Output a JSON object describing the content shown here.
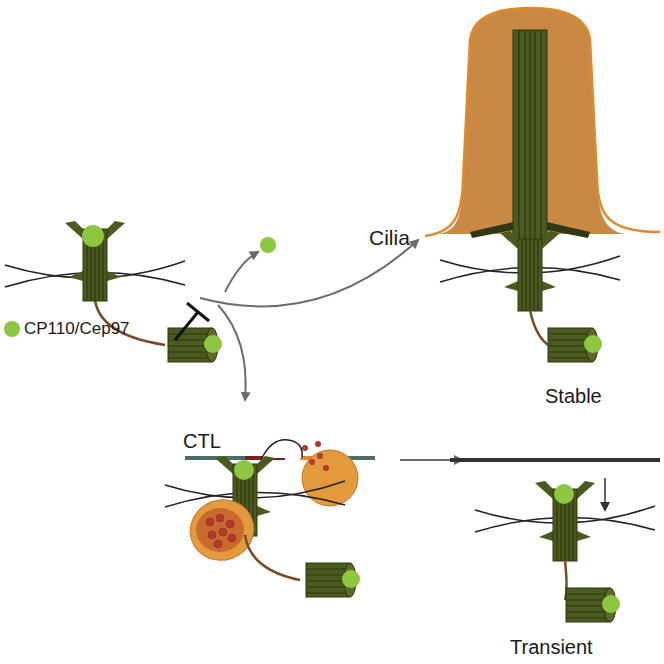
{
  "diagram": {
    "labels": [
      "Cilia",
      "Stable",
      "CTL",
      "Transient"
    ],
    "legend": [
      {
        "text": "CP110/Cep97",
        "color": "#8dc63f"
      }
    ]
  }
}
